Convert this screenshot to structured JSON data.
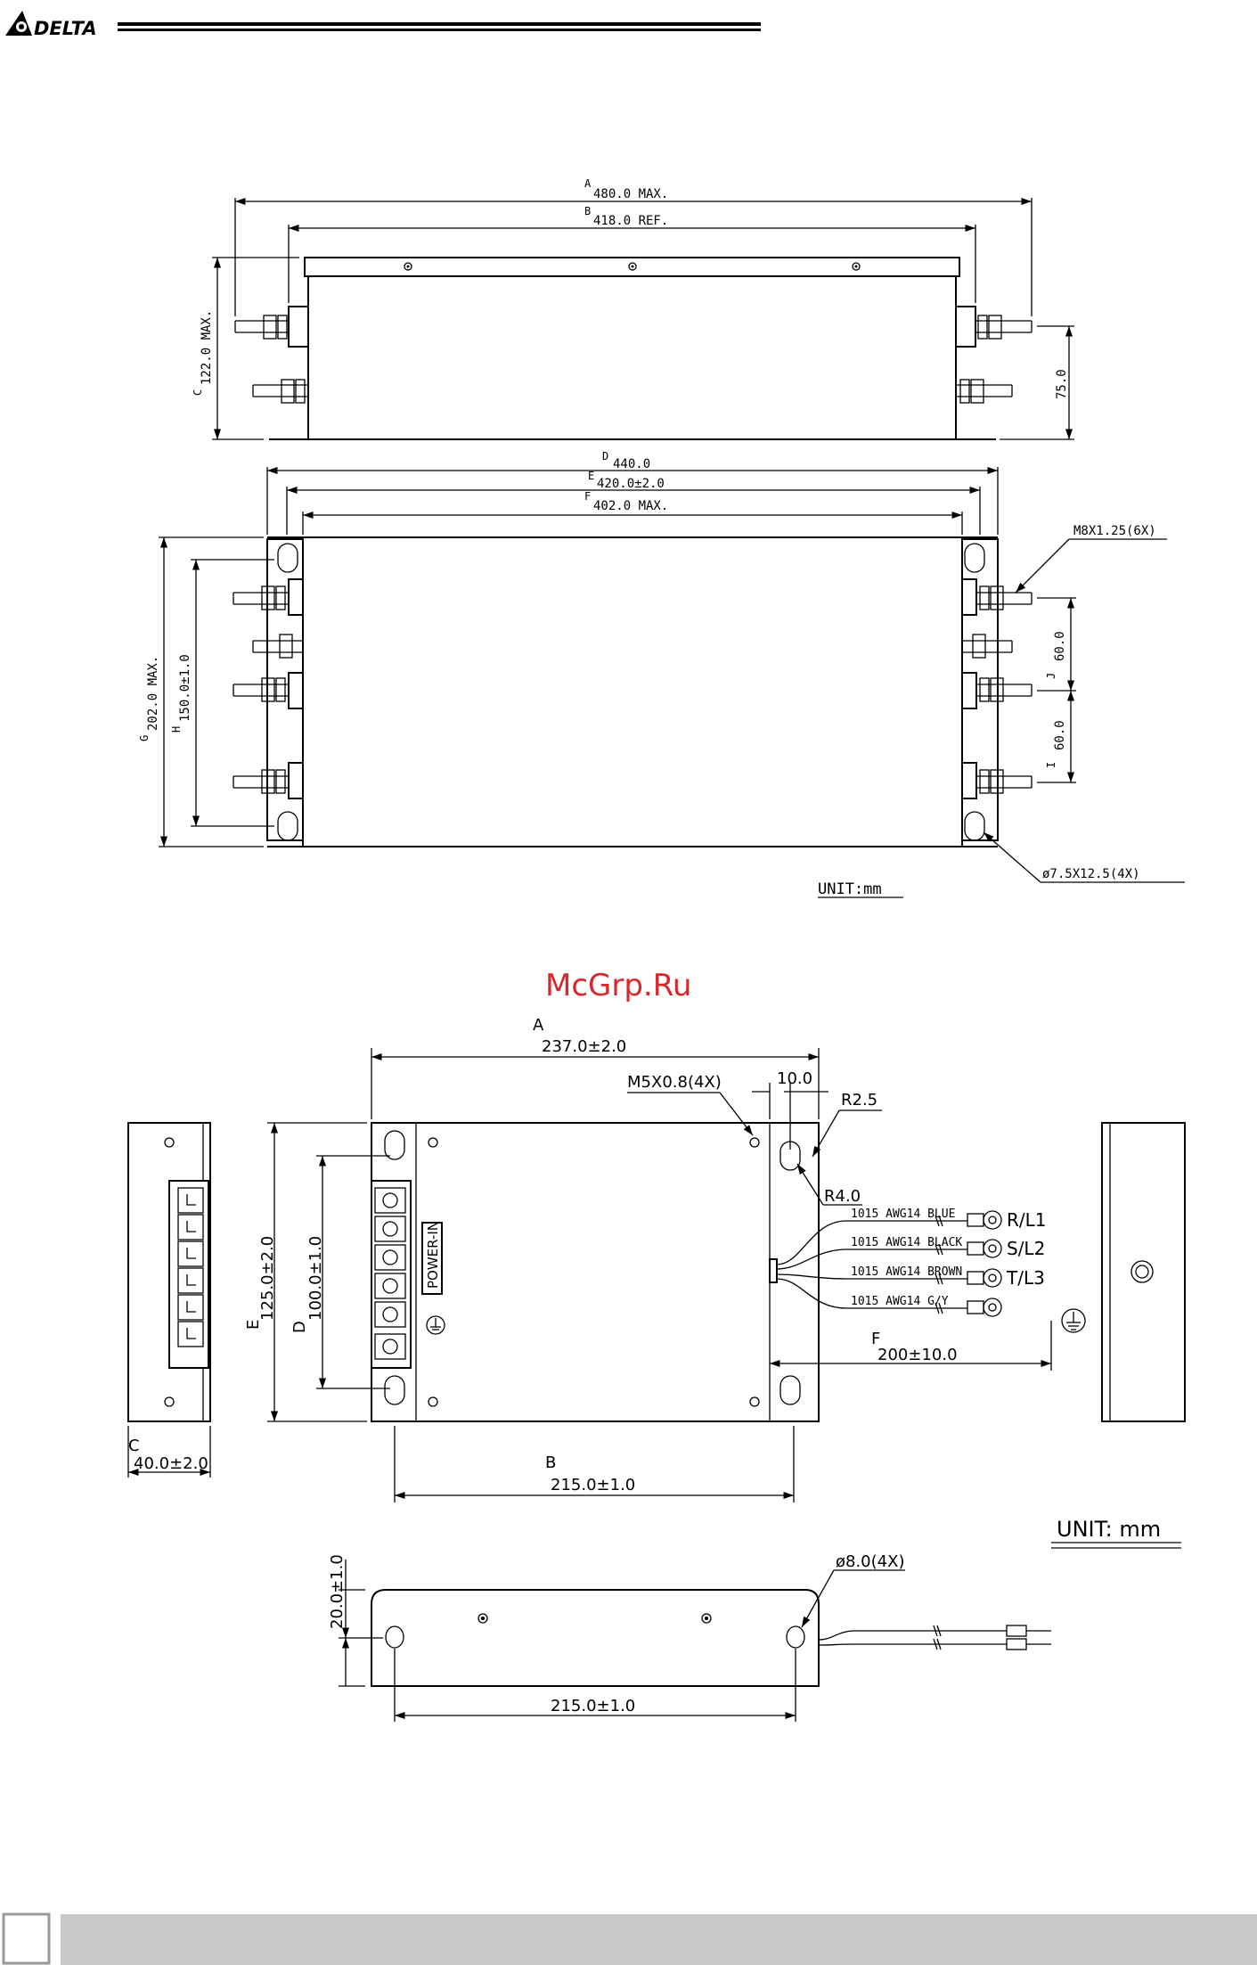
{
  "header": {
    "brand": "DELTA"
  },
  "watermark": "McGrp.Ru",
  "filter_large": {
    "dims": {
      "A_letter": "A",
      "A_value": "480.0  MAX.",
      "B_letter": "B",
      "B_value": "418.0  REF.",
      "C_letter": "C",
      "C_value": "122.0  MAX.",
      "height_75": "75.0",
      "D_letter": "D",
      "D_value": "440.0",
      "E_letter": "E",
      "E_value": "420.0±2.0",
      "F_letter": "F",
      "F_value": "402.0  MAX.",
      "G_letter": "G",
      "G_value": "202.0  MAX.",
      "H_letter": "H",
      "H_value": "150.0±1.0",
      "J_letter": "J",
      "J_value": "60.0",
      "I_letter": "I",
      "I_value": "60.0"
    },
    "thread_note": "M8X1.25(6X)",
    "hole_note": "ø7.5X12.5(4X)",
    "unit": "UNIT:mm"
  },
  "filter_small": {
    "dims": {
      "A_letter": "A",
      "A_value": "237.0±2.0",
      "B_letter": "B",
      "B_value": "215.0±1.0",
      "C_letter": "C",
      "C_value": "40.0±2.0",
      "D_letter": "D",
      "D_value": "100.0±1.0",
      "E_letter": "E",
      "E_value": "125.0±2.0",
      "F_letter": "F",
      "F_value": "200±10.0",
      "dim_10": "10.0",
      "bottom_height": "20.0±1.0",
      "bottom_width": "215.0±1.0"
    },
    "screw_note": "M5X0.8(4X)",
    "r25": "R2.5",
    "r40": "R4.0",
    "hole_note": "ø8.0(4X)",
    "terminal_label": "POWER-IN",
    "wires": [
      {
        "spec": "1015  AWG14  BLUE",
        "terminal": "R/L1"
      },
      {
        "spec": "1015  AWG14  BLACK",
        "terminal": "S/L2"
      },
      {
        "spec": "1015  AWG14  BROWN",
        "terminal": "T/L3"
      },
      {
        "spec": "1015  AWG14  G/Y",
        "terminal": ""
      }
    ],
    "unit": "UNIT:  mm"
  },
  "footer": {}
}
